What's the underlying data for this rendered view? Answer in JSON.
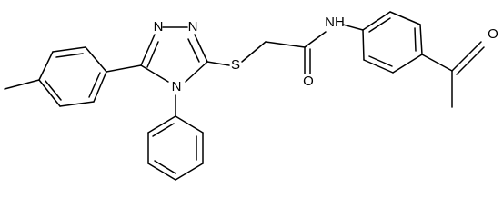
{
  "molecule": {
    "atom_labels": {
      "n_triazole_1": "N",
      "n_triazole_2": "N",
      "n_triazole_4": "N",
      "sulfur": "S",
      "amide_nh": "NH",
      "amide_oxygen": "O",
      "acetyl_oxygen": "O"
    }
  }
}
